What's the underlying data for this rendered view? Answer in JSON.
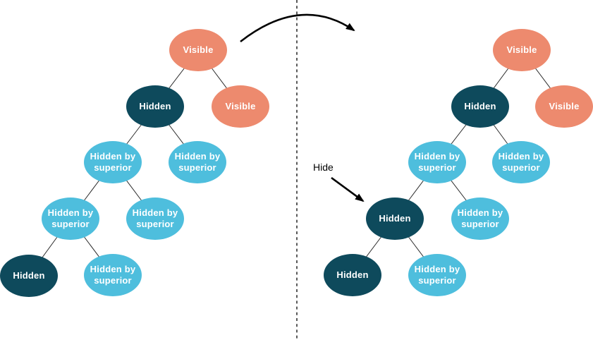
{
  "colors": {
    "visible_node": "#ED8A6E",
    "hidden_node": "#0E4A5C",
    "hidden_by_superior_node": "#4EBEDD",
    "edge": "#2a2a2a",
    "arrow": "#000000",
    "node_text": "#ffffff",
    "annotation_text": "#000000"
  },
  "annotation": {
    "hide_label": "Hide"
  },
  "left_tree": {
    "nodes": [
      {
        "label": "Visible",
        "state": "visible"
      },
      {
        "label": "Hidden",
        "state": "hidden"
      },
      {
        "label": "Visible",
        "state": "visible"
      },
      {
        "label": "Hidden by superior",
        "state": "hidden-by-superior"
      },
      {
        "label": "Hidden by superior",
        "state": "hidden-by-superior"
      },
      {
        "label": "Hidden by superior",
        "state": "hidden-by-superior"
      },
      {
        "label": "Hidden by superior",
        "state": "hidden-by-superior"
      },
      {
        "label": "Hidden",
        "state": "hidden"
      },
      {
        "label": "Hidden by superior",
        "state": "hidden-by-superior"
      }
    ]
  },
  "right_tree": {
    "nodes": [
      {
        "label": "Visible",
        "state": "visible"
      },
      {
        "label": "Hidden",
        "state": "hidden"
      },
      {
        "label": "Visible",
        "state": "visible"
      },
      {
        "label": "Hidden by superior",
        "state": "hidden-by-superior"
      },
      {
        "label": "Hidden by superior",
        "state": "hidden-by-superior"
      },
      {
        "label": "Hidden",
        "state": "hidden"
      },
      {
        "label": "Hidden by superior",
        "state": "hidden-by-superior"
      },
      {
        "label": "Hidden",
        "state": "hidden"
      },
      {
        "label": "Hidden by superior",
        "state": "hidden-by-superior"
      }
    ]
  }
}
